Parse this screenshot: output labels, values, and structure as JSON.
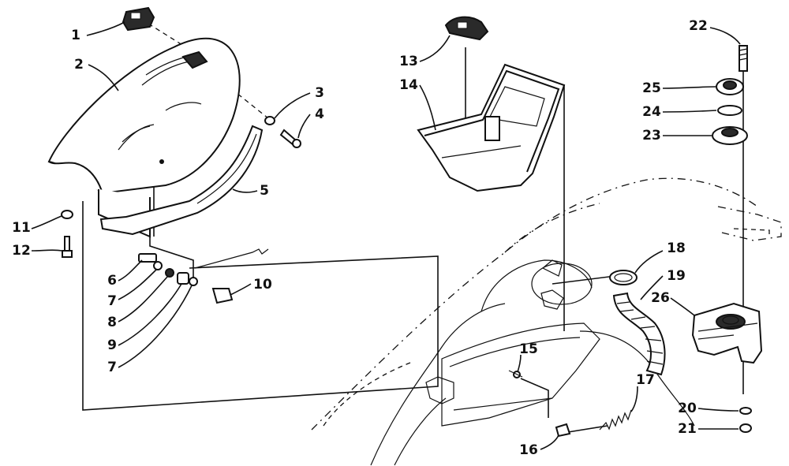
{
  "callouts": [
    {
      "id": "1",
      "text": "1"
    },
    {
      "id": "2",
      "text": "2"
    },
    {
      "id": "3",
      "text": "3"
    },
    {
      "id": "4",
      "text": "4"
    },
    {
      "id": "5",
      "text": "5"
    },
    {
      "id": "6",
      "text": "6"
    },
    {
      "id": "7a",
      "text": "7"
    },
    {
      "id": "8",
      "text": "8"
    },
    {
      "id": "9",
      "text": "9"
    },
    {
      "id": "7b",
      "text": "7"
    },
    {
      "id": "10",
      "text": "10"
    },
    {
      "id": "11",
      "text": "11"
    },
    {
      "id": "12",
      "text": "12"
    },
    {
      "id": "13",
      "text": "13"
    },
    {
      "id": "14",
      "text": "14"
    },
    {
      "id": "15",
      "text": "15"
    },
    {
      "id": "16",
      "text": "16"
    },
    {
      "id": "17",
      "text": "17"
    },
    {
      "id": "18",
      "text": "18"
    },
    {
      "id": "19",
      "text": "19"
    },
    {
      "id": "20",
      "text": "20"
    },
    {
      "id": "21",
      "text": "21"
    },
    {
      "id": "22",
      "text": "22"
    },
    {
      "id": "23",
      "text": "23"
    },
    {
      "id": "24",
      "text": "24"
    },
    {
      "id": "25",
      "text": "25"
    },
    {
      "id": "26",
      "text": "26"
    }
  ]
}
